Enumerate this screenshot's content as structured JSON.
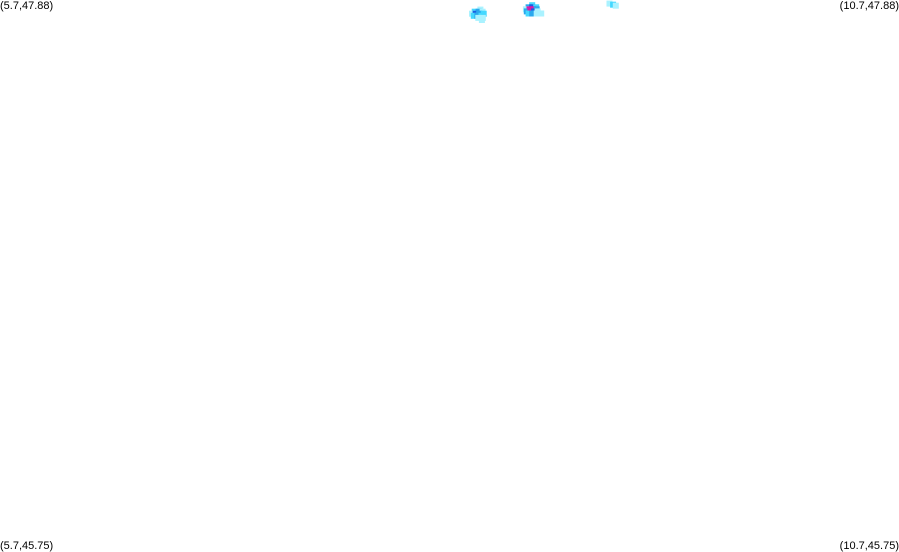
{
  "map": {
    "corners": {
      "top_left": "(5.7,47.88)",
      "top_right": "(10.7,47.88)",
      "bottom_left": "(5.7,45.75)",
      "bottom_right": "(10.7,45.75)"
    },
    "extent": {
      "lon_min": 5.7,
      "lon_max": 10.7,
      "lat_min": 45.75,
      "lat_max": 47.88
    },
    "palette": {
      "light": "#aaf2ff",
      "cyan": "#44d8ff",
      "mid": "#2aa8ee",
      "blue": "#1a5ee0",
      "magenta": "#d81aa8"
    },
    "clusters": [
      {
        "cells": [
          {
            "lon": 8.66,
            "lat": 47.86,
            "level": "cyan"
          },
          {
            "lon": 8.64,
            "lat": 47.852,
            "level": "mid"
          },
          {
            "lon": 8.66,
            "lat": 47.852,
            "level": "blue"
          },
          {
            "lon": 8.682,
            "lat": 47.852,
            "level": "cyan"
          },
          {
            "lon": 8.625,
            "lat": 47.844,
            "level": "light"
          },
          {
            "lon": 8.645,
            "lat": 47.844,
            "level": "magenta"
          },
          {
            "lon": 8.665,
            "lat": 47.844,
            "level": "magenta"
          },
          {
            "lon": 8.685,
            "lat": 47.844,
            "level": "mid"
          },
          {
            "lon": 8.63,
            "lat": 47.836,
            "level": "mid"
          },
          {
            "lon": 8.65,
            "lat": 47.836,
            "level": "magenta"
          },
          {
            "lon": 8.67,
            "lat": 47.836,
            "level": "blue"
          },
          {
            "lon": 8.69,
            "lat": 47.836,
            "level": "light"
          },
          {
            "lon": 8.64,
            "lat": 47.828,
            "level": "cyan"
          },
          {
            "lon": 8.66,
            "lat": 47.828,
            "level": "mid"
          },
          {
            "lon": 8.685,
            "lat": 47.828,
            "level": "light"
          },
          {
            "lon": 8.71,
            "lat": 47.828,
            "level": "light"
          }
        ]
      },
      {
        "cells": [
          {
            "lon": 9.09,
            "lat": 47.866,
            "level": "light"
          },
          {
            "lon": 9.11,
            "lat": 47.862,
            "level": "cyan"
          },
          {
            "lon": 9.125,
            "lat": 47.858,
            "level": "light"
          }
        ]
      },
      {
        "cells": [
          {
            "lon": 8.372,
            "lat": 47.843,
            "level": "light"
          },
          {
            "lon": 8.34,
            "lat": 47.835,
            "level": "cyan"
          },
          {
            "lon": 8.362,
            "lat": 47.835,
            "level": "mid"
          },
          {
            "lon": 8.384,
            "lat": 47.835,
            "level": "light"
          },
          {
            "lon": 8.325,
            "lat": 47.827,
            "level": "light"
          },
          {
            "lon": 8.345,
            "lat": 47.827,
            "level": "blue"
          },
          {
            "lon": 8.365,
            "lat": 47.827,
            "level": "mid"
          },
          {
            "lon": 8.39,
            "lat": 47.827,
            "level": "cyan"
          },
          {
            "lon": 8.335,
            "lat": 47.819,
            "level": "cyan"
          },
          {
            "lon": 8.355,
            "lat": 47.819,
            "level": "mid"
          },
          {
            "lon": 8.378,
            "lat": 47.819,
            "level": "cyan"
          },
          {
            "lon": 8.36,
            "lat": 47.811,
            "level": "light"
          },
          {
            "lon": 8.385,
            "lat": 47.811,
            "level": "light"
          },
          {
            "lon": 8.38,
            "lat": 47.803,
            "level": "light"
          }
        ]
      }
    ]
  }
}
